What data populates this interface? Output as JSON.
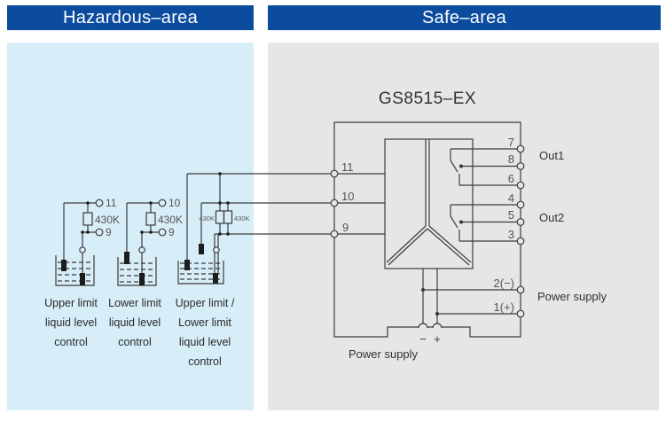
{
  "headers": {
    "hazardous": "Hazardous–area",
    "safe": "Safe–area"
  },
  "colors": {
    "header_bg": "#0b4c9e",
    "hazardous_panel_bg": "#d7edf8",
    "safe_panel_bg": "#e6e6e6",
    "line": "#3c3c3c"
  },
  "module": {
    "title": "GS8515–EX",
    "left_terminals": [
      "11",
      "10",
      "9"
    ],
    "right_terminals": [
      "7",
      "8",
      "6",
      "4",
      "5",
      "3"
    ],
    "output_labels": [
      "Out1",
      "Out2"
    ],
    "power_terminals": [
      "2(−)",
      "1(+)"
    ],
    "power_supply_label": "Power supply",
    "bottom_power_supply_label": "Power supply",
    "polarity": {
      "minus": "−",
      "plus": "+"
    }
  },
  "circuits": [
    {
      "top_terminal": "11",
      "bottom_terminal": "9",
      "resistor": "430K",
      "caption": [
        "Upper limit",
        "liquid level",
        "control"
      ]
    },
    {
      "top_terminal": "10",
      "bottom_terminal": "9",
      "resistor": "430K",
      "caption": [
        "Lower limit",
        "liquid level",
        "control"
      ]
    },
    {
      "resistor_left": "430K",
      "resistor_right": "430K",
      "caption": [
        "Upper limit /",
        "Lower limit",
        "liquid level",
        "control"
      ]
    }
  ]
}
